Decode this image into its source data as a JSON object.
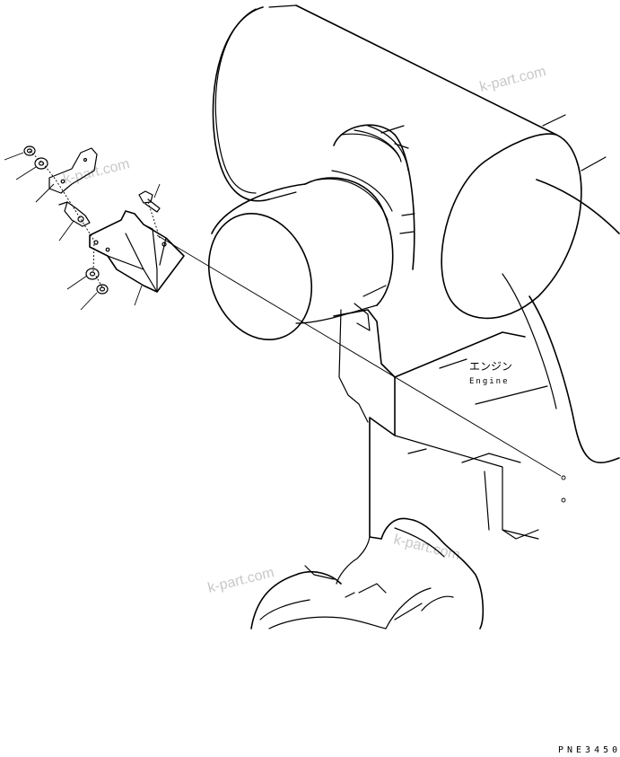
{
  "diagram": {
    "engine_label_jp": "エンジン",
    "engine_label_en": "Engine",
    "figure_code": "PNE3450",
    "watermarks": [
      "k-part.com",
      "k-part.com",
      "k-part.com",
      "k-part.com"
    ]
  }
}
